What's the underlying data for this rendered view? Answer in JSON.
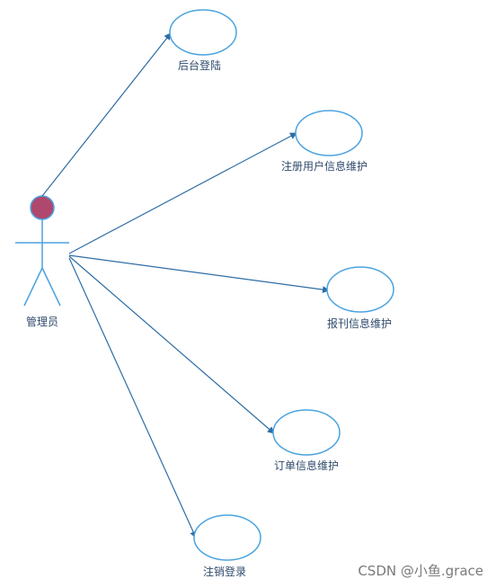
{
  "diagram": {
    "actor": {
      "label": "管理员"
    },
    "use_cases": [
      {
        "id": "login",
        "label": "后台登陆"
      },
      {
        "id": "register",
        "label": "注册用户信息维护"
      },
      {
        "id": "journal",
        "label": "报刊信息维护"
      },
      {
        "id": "order",
        "label": "订单信息维护"
      },
      {
        "id": "logout",
        "label": "注销登录"
      }
    ]
  },
  "watermark": "CSDN @小鱼.grace",
  "colors": {
    "line": "#2e6da4",
    "ellipse": "#4aa3df",
    "actor_head": "#b0476e",
    "text": "#2f4a6b"
  }
}
